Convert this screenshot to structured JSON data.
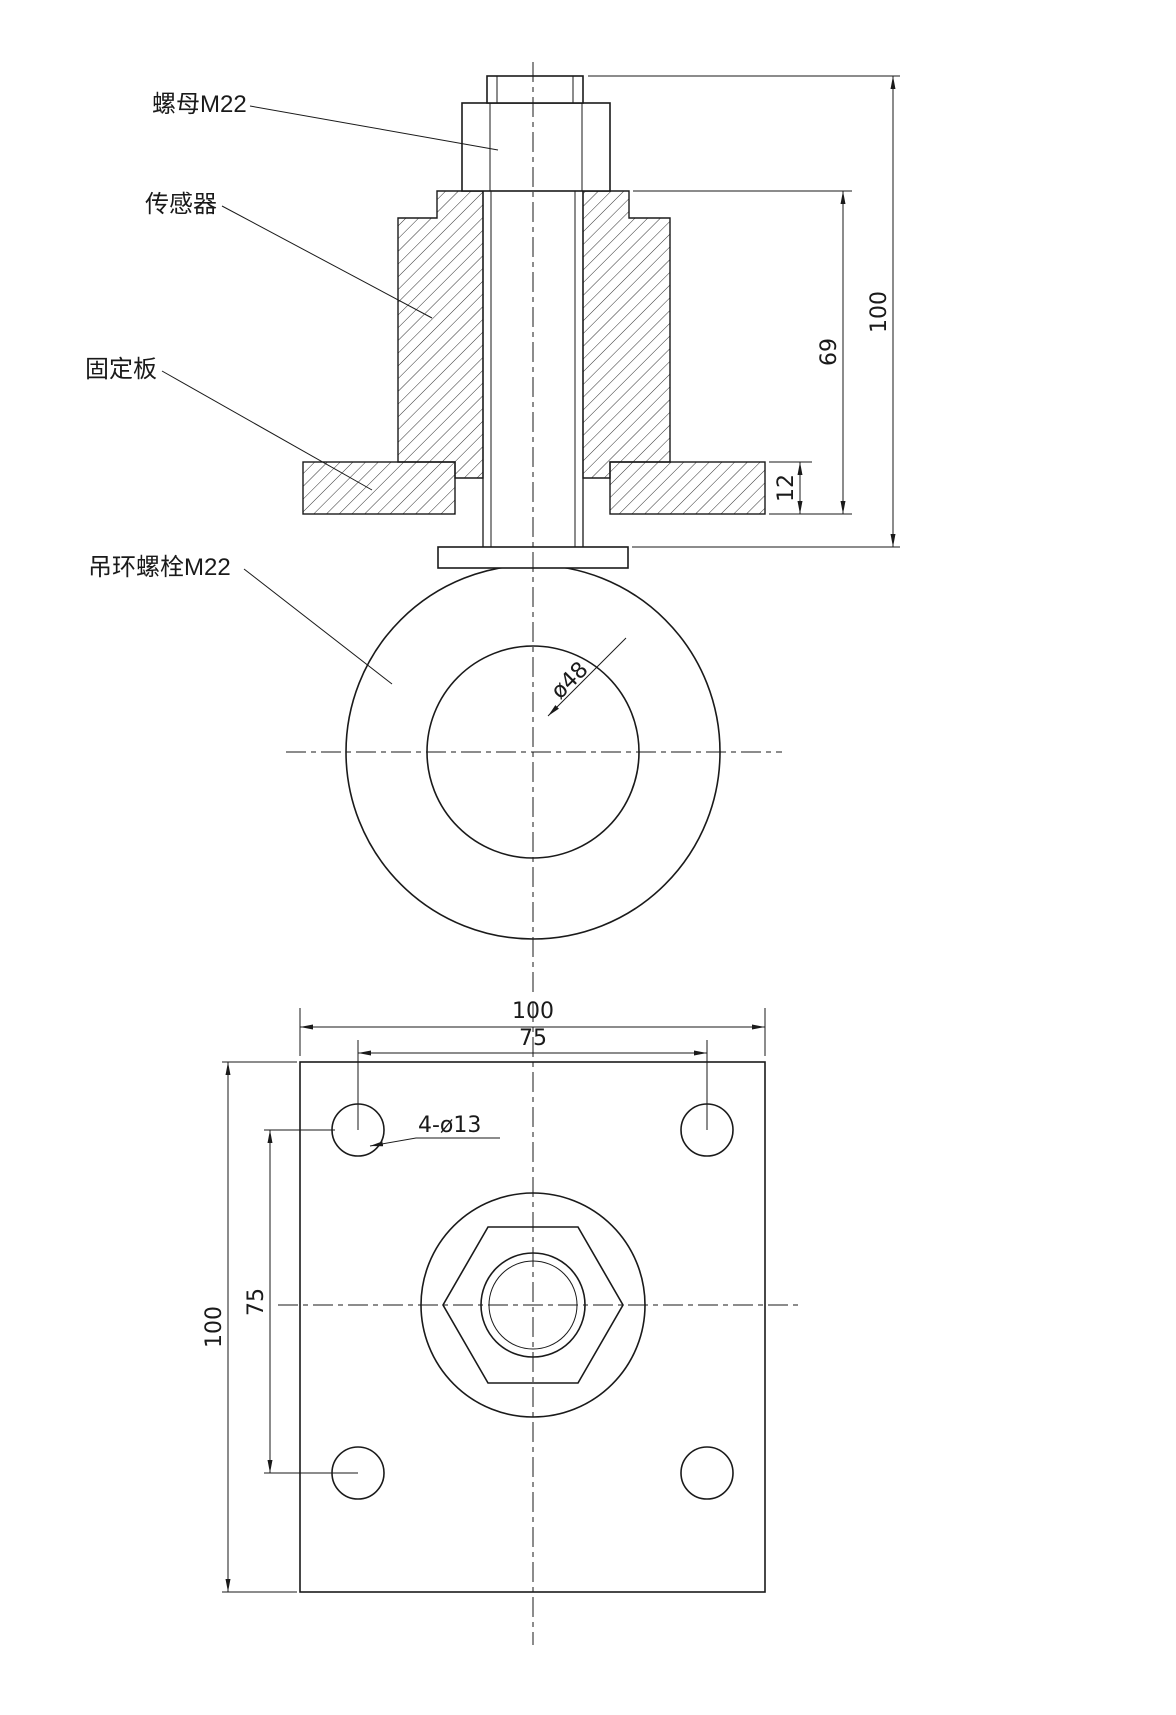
{
  "labels": {
    "nut": "螺母M22",
    "sensor": "传感器",
    "plate": "固定板",
    "eyebolt": "吊环螺栓M22"
  },
  "callouts": {
    "inner_diameter": "ø48",
    "corner_holes": "4-ø13"
  },
  "dims": {
    "front_total_height": "100",
    "front_sensor_height": "69",
    "front_plate_thickness": "12",
    "plan_width": "100",
    "plan_hole_span_h": "75",
    "plan_height": "100",
    "plan_hole_span_v": "75"
  }
}
